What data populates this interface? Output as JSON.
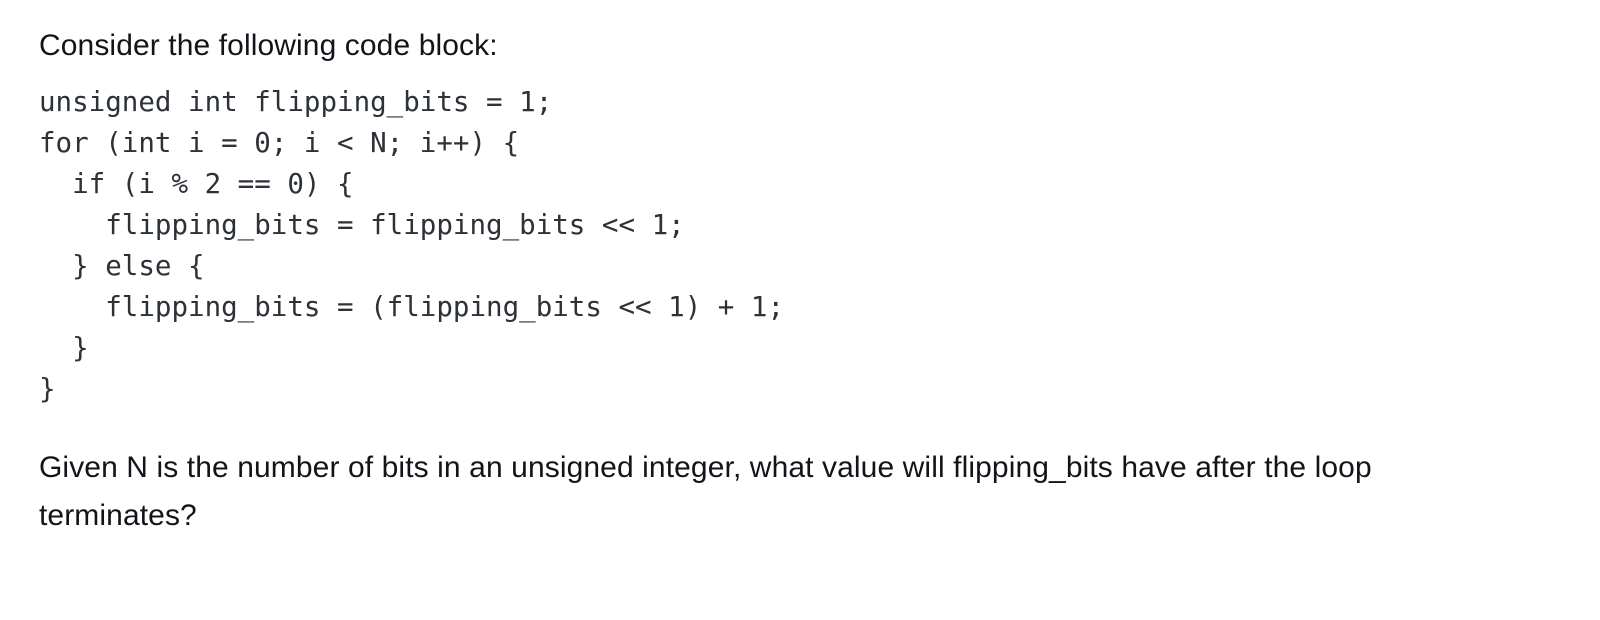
{
  "document": {
    "background_color": "#ffffff",
    "text_color": "#111418",
    "code_color": "#2d3238"
  },
  "intro": {
    "text": "Consider the following code block:"
  },
  "code": {
    "language": "c",
    "lines": [
      "unsigned int flipping_bits = 1;",
      "for (int i = 0; i < N; i++) {",
      "  if (i % 2 == 0) {",
      "    flipping_bits = flipping_bits << 1;",
      "  } else {",
      "    flipping_bits = (flipping_bits << 1) + 1;",
      "  }",
      "}"
    ]
  },
  "question": {
    "text": "Given N is the number of bits in an unsigned integer, what value will flipping_bits have after the loop terminates?"
  }
}
